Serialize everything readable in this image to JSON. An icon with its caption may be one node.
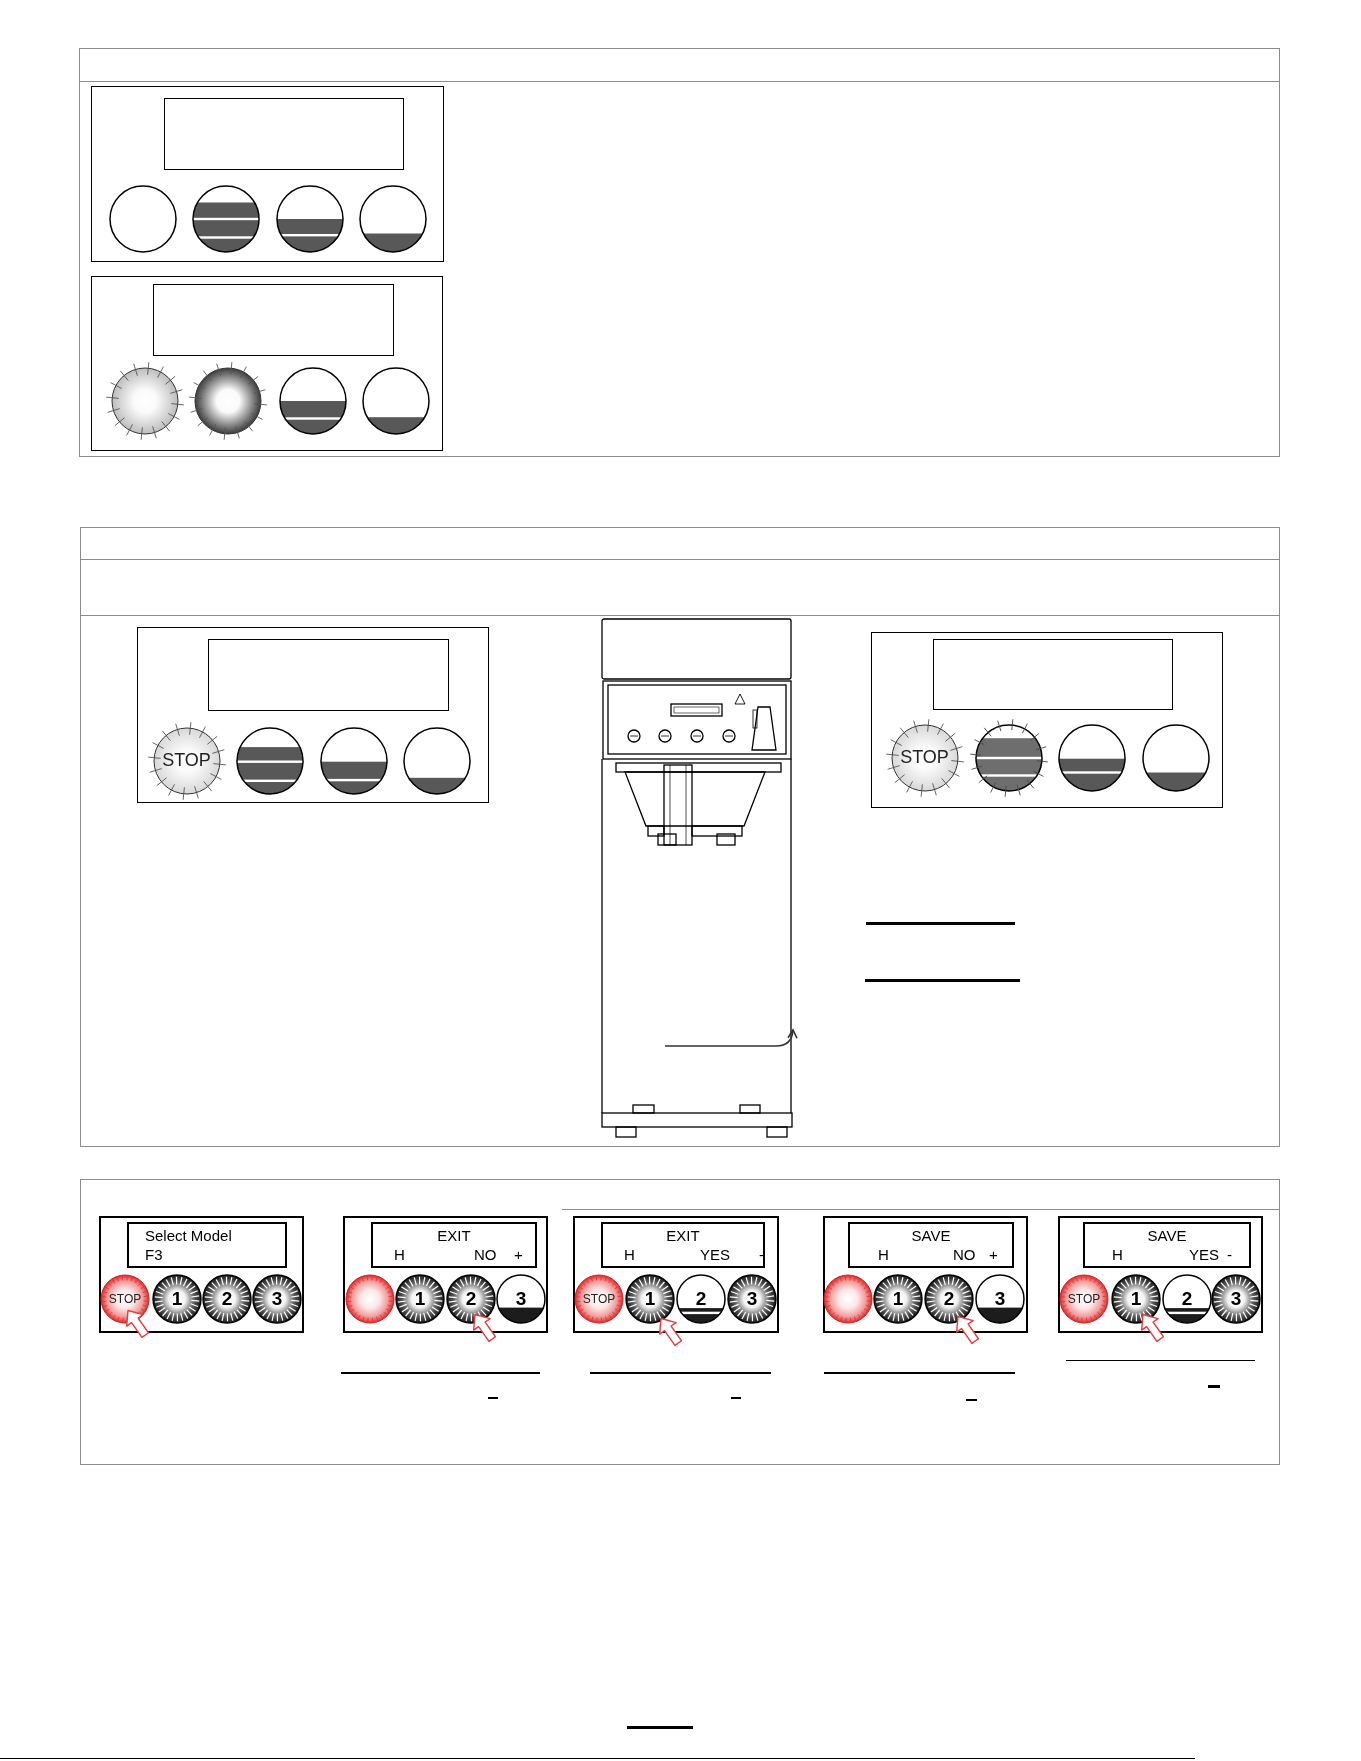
{
  "diagram": {
    "nodes": [
      {
        "text": [],
        "shape": "box"
      },
      {
        "text": [],
        "shape": "box",
        "in": 0
      },
      {
        "text": [],
        "shape": "circle",
        "in": 0
      },
      {
        "text": [],
        "shape": "circle",
        "in": 0
      },
      {
        "text": [],
        "shape": "circle",
        "in": 0
      },
      {
        "text": [],
        "shape": "circle",
        "in": 0
      },
      {
        "text": [],
        "shape": "box"
      },
      {
        "text": [],
        "shape": "box",
        "in": 6
      },
      {
        "text": [],
        "shape": "circle",
        "in": 6
      },
      {
        "text": [],
        "shape": "circle",
        "in": 6
      },
      {
        "text": [],
        "shape": "circle",
        "in": 6
      },
      {
        "text": [],
        "shape": "circle",
        "in": 6
      },
      {
        "text": [],
        "shape": "box"
      },
      {
        "text": [],
        "shape": "box",
        "in": 12
      },
      {
        "text": [
          "STOP"
        ],
        "in": 12
      },
      {
        "text": [],
        "shape": "circle",
        "in": 12
      },
      {
        "text": [],
        "shape": "circle",
        "in": 12
      },
      {
        "text": [],
        "shape": "circle",
        "in": 12
      },
      {
        "text": [],
        "shape": "picture"
      },
      {
        "text": [],
        "shape": "box"
      },
      {
        "text": [],
        "shape": "box",
        "in": 19
      },
      {
        "text": [
          "STOP"
        ],
        "in": 19
      },
      {
        "text": [],
        "shape": "circle",
        "in": 19
      },
      {
        "text": [],
        "shape": "circle",
        "in": 19
      },
      {
        "text": [],
        "shape": "circle",
        "in": 19
      },
      {
        "text": [],
        "shape": "box"
      },
      {
        "text": [
          "Select Model",
          "F3"
        ],
        "in": 25
      },
      {
        "text": [
          "STOP"
        ],
        "in": 25
      },
      {
        "text": [
          "1"
        ],
        "in": 25
      },
      {
        "text": [
          "2"
        ],
        "in": 25
      },
      {
        "text": [
          "3"
        ],
        "in": 25
      },
      {
        "text": [],
        "shape": "box"
      },
      {
        "text": [
          "EXIT",
          "H",
          "NO",
          "+"
        ],
        "in": 31
      },
      {
        "text": [],
        "shape": "circle",
        "in": 31
      },
      {
        "text": [
          "1"
        ],
        "in": 31
      },
      {
        "text": [
          "2"
        ],
        "in": 31
      },
      {
        "text": [
          "3"
        ],
        "in": 31
      },
      {
        "text": [],
        "shape": "box"
      },
      {
        "text": [
          "EXIT",
          "H",
          "YES",
          "-"
        ],
        "in": 37
      },
      {
        "text": [
          "STOP"
        ],
        "in": 37
      },
      {
        "text": [
          "1"
        ],
        "in": 37
      },
      {
        "text": [
          "2"
        ],
        "in": 37
      },
      {
        "text": [
          "3"
        ],
        "in": 37
      },
      {
        "text": [],
        "shape": "box"
      },
      {
        "text": [
          "SAVE",
          "H",
          "NO",
          "+"
        ],
        "in": 43
      },
      {
        "text": [],
        "shape": "circle",
        "in": 43
      },
      {
        "text": [
          "1"
        ],
        "in": 43
      },
      {
        "text": [
          "2"
        ],
        "in": 43
      },
      {
        "text": [
          "3"
        ],
        "in": 43
      },
      {
        "text": [],
        "shape": "box"
      },
      {
        "text": [
          "SAVE",
          "H",
          "YES",
          "-"
        ],
        "in": 49
      },
      {
        "text": [
          "STOP"
        ],
        "in": 49
      },
      {
        "text": [
          "1"
        ],
        "in": 49
      },
      {
        "text": [
          "2"
        ],
        "in": 49
      },
      {
        "text": [
          "3"
        ],
        "in": 49
      }
    ],
    "edges": [
      {
        "from": null,
        "to": 18,
        "arrow": "to"
      }
    ]
  }
}
